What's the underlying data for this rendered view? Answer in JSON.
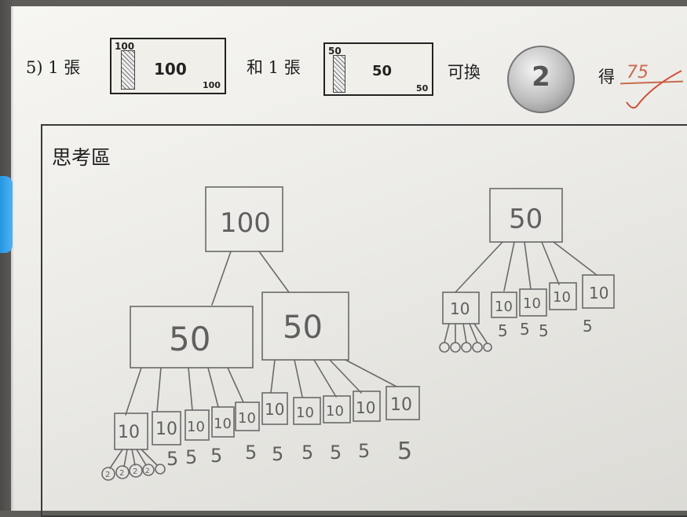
{
  "question": {
    "number_text": "5) 1 張",
    "and_text": "和 1 張",
    "exchange_text": "可換",
    "get_text": "得",
    "answer": "75"
  },
  "note_100": {
    "value": "100",
    "corner": "100"
  },
  "note_50": {
    "value": "50",
    "corner": "50"
  },
  "coin": {
    "value": "2"
  },
  "thinking_area": {
    "title": "思考區",
    "tree_100": {
      "root": "100",
      "level1": [
        "50",
        "50"
      ],
      "level2": [
        "10",
        "10",
        "10",
        "10",
        "10",
        "10",
        "10",
        "10",
        "10",
        "10"
      ],
      "level3": [
        "5",
        "5",
        "5",
        "5",
        "5",
        "5",
        "5",
        "5",
        "5"
      ]
    },
    "tree_50": {
      "root": "50",
      "level1": [
        "10",
        "10",
        "10",
        "10",
        "10"
      ],
      "level2": [
        "5",
        "5",
        "5",
        "5"
      ]
    },
    "coin_label": "2"
  }
}
